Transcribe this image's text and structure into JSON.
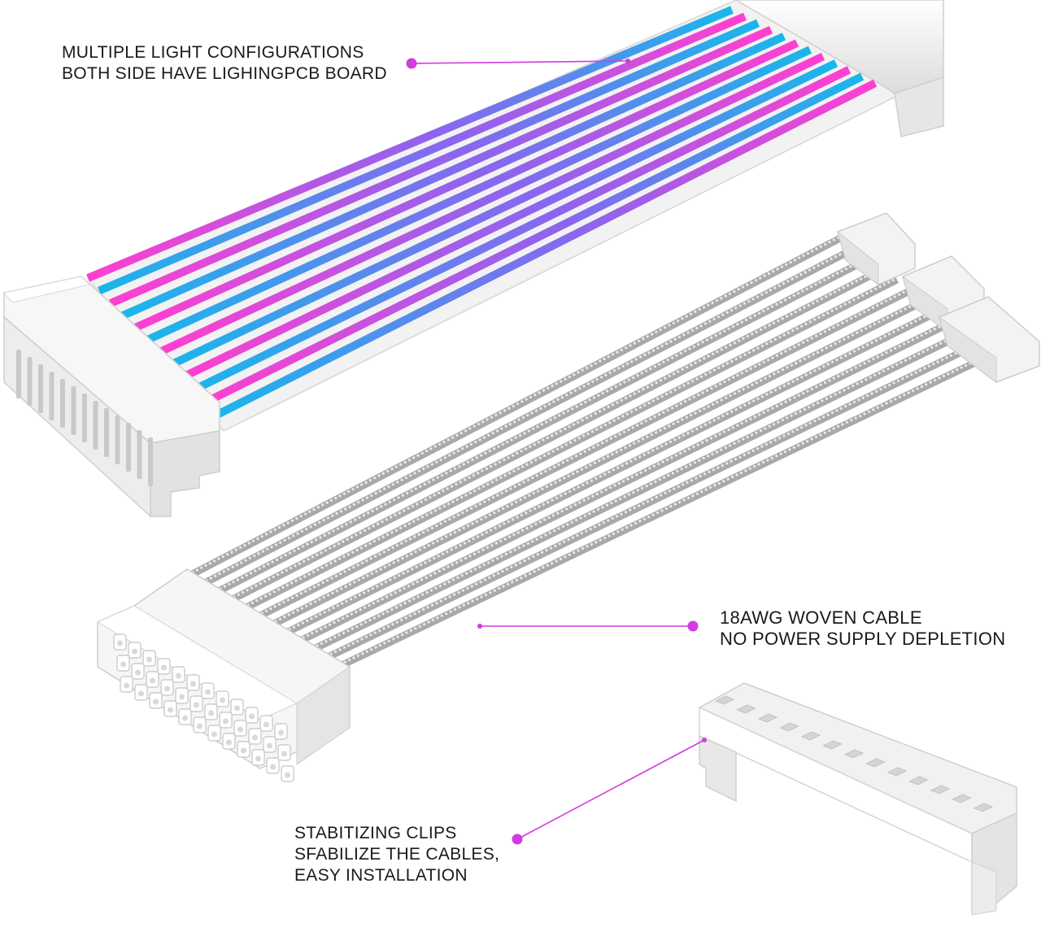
{
  "callouts": {
    "lighting": {
      "line1": "MULTIPLE LIGHT CONFIGURATIONS",
      "line2": "BOTH SIDE HAVE LIGHINGPCB BOARD"
    },
    "cable": {
      "line1": "18AWG WOVEN CABLE",
      "line2": "NO POWER SUPPLY DEPLETION"
    },
    "clips": {
      "line1": "STABITIZING CLIPS",
      "line2": "SFABILIZE THE CABLES,",
      "line3": "EASY INSTALLATION"
    }
  },
  "colors": {
    "callout_accent": "#d23be0",
    "strip_pink": "#ff3fd0",
    "strip_cyan": "#19b7ea",
    "strip_violet": "#8a66ee",
    "housing_white": "#f4f4f4",
    "sleeve_silver": "#b9b9b9"
  }
}
